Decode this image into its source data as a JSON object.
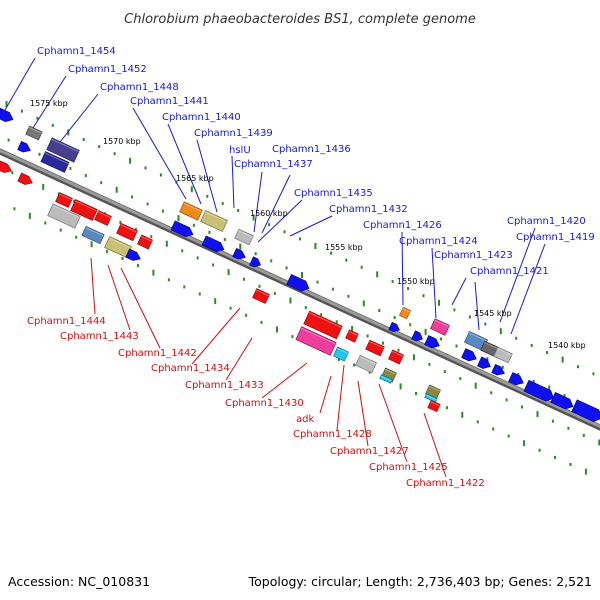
{
  "title": "Chlorobium phaeobacteroides BS1, complete genome",
  "footer": {
    "accession": "Accession: NC_010831",
    "topology": "Topology: circular; Length: 2,736,403 bp; Genes: 2,521"
  },
  "kbp_labels": [
    "1575 kbp",
    "1570 kbp",
    "1565 kbp",
    "1560 kbp",
    "1555 kbp",
    "1550 kbp",
    "1545 kbp",
    "1540 kbp"
  ],
  "colors": {
    "backbone": "#7a7a7a",
    "forward_label": "#1a1acc",
    "reverse_label": "#cc1111",
    "tick": "#2a8a2a"
  },
  "forward_genes": [
    "Cphamn1_1454",
    "Cphamn1_1452",
    "Cphamn1_1448",
    "Cphamn1_1441",
    "Cphamn1_1440",
    "Cphamn1_1439",
    "hslU",
    "Cphamn1_1437",
    "Cphamn1_1436",
    "Cphamn1_1435",
    "Cphamn1_1432",
    "Cphamn1_1426",
    "Cphamn1_1424",
    "Cphamn1_1423",
    "Cphamn1_1420",
    "Cphamn1_1419",
    "Cphamn1_1421"
  ],
  "reverse_genes": [
    "Cphamn1_1444",
    "Cphamn1_1443",
    "Cphamn1_1442",
    "Cphamn1_1434",
    "Cphamn1_1433",
    "Cphamn1_1430",
    "adk",
    "Cphamn1_1428",
    "Cphamn1_1427",
    "Cphamn1_1425",
    "Cphamn1_1422"
  ]
}
